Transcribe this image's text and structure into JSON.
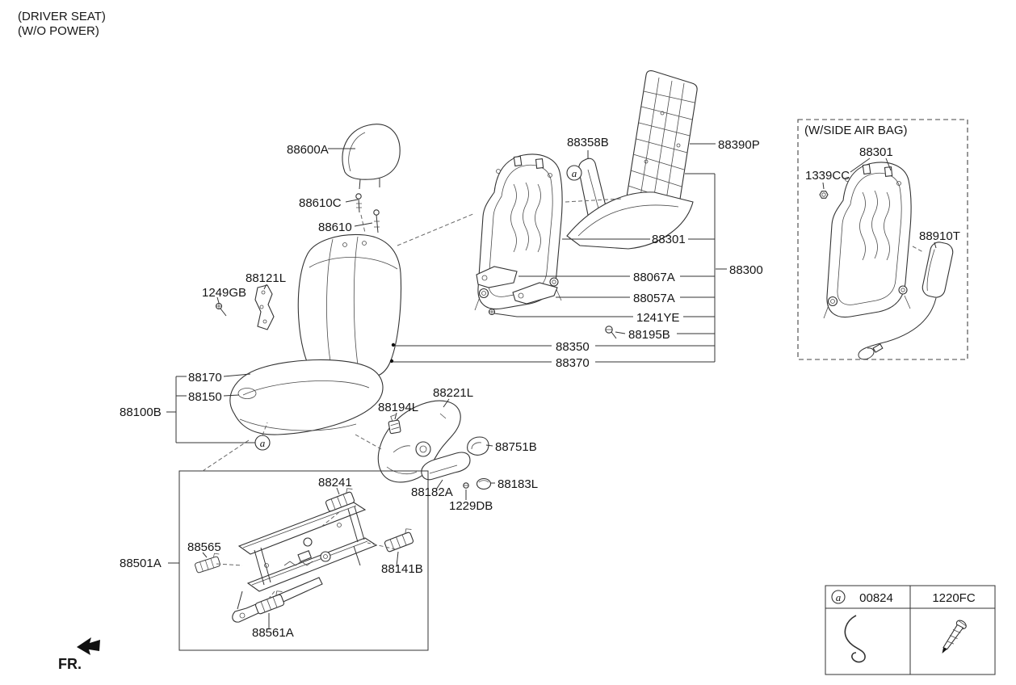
{
  "page_title": {
    "line1": "(DRIVER SEAT)",
    "line2": "(W/O POWER)"
  },
  "direction_label": "FR.",
  "markers": {
    "a": "a"
  },
  "colors": {
    "ink": "#161616",
    "line": "#333333"
  },
  "parts": {
    "p88600A": "88600A",
    "p88610C": "88610C",
    "p88610": "88610",
    "p88358B": "88358B",
    "p88390P": "88390P",
    "p88301": "88301",
    "p88300": "88300",
    "p88067A": "88067A",
    "p88057A": "88057A",
    "p1241YE": "1241YE",
    "p88195B": "88195B",
    "p88350": "88350",
    "p88370": "88370",
    "p88121L": "88121L",
    "p1249GB": "1249GB",
    "p88170": "88170",
    "p88150": "88150",
    "p88100B": "88100B",
    "p88194L": "88194L",
    "p88221L": "88221L",
    "p88751B": "88751B",
    "p88182A": "88182A",
    "p88183L": "88183L",
    "p1229DB": "1229DB",
    "p88241": "88241",
    "p88565": "88565",
    "p88501A": "88501A",
    "p88141B": "88141B",
    "p88561A": "88561A"
  },
  "airbag_box": {
    "title": "(W/SIDE AIR BAG)",
    "p88301": "88301",
    "p1339CC": "1339CC",
    "p88910T": "88910T"
  },
  "legend": {
    "hook_code": "00824",
    "screw_code": "1220FC"
  }
}
